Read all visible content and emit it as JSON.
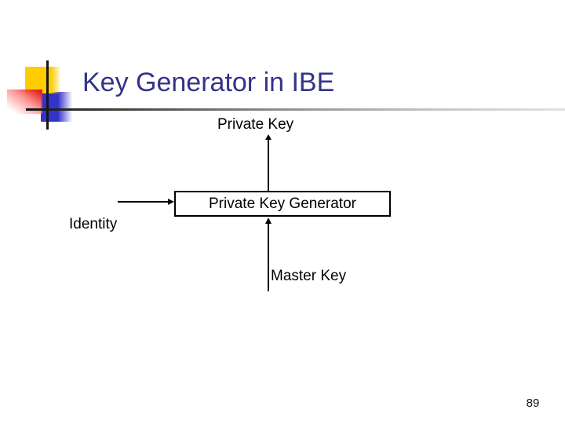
{
  "slide": {
    "title": "Key Generator in IBE",
    "page_number": "89"
  },
  "diagram": {
    "generator_box_label": "Private Key Generator",
    "output_top_label": "Private Key",
    "input_left_label": "Identity",
    "input_bottom_label": "Master Key"
  },
  "colors": {
    "title": "#333388",
    "deco-yellow": "#ffcc00",
    "deco-red": "#e32222",
    "deco-blue": "#3333cc"
  }
}
